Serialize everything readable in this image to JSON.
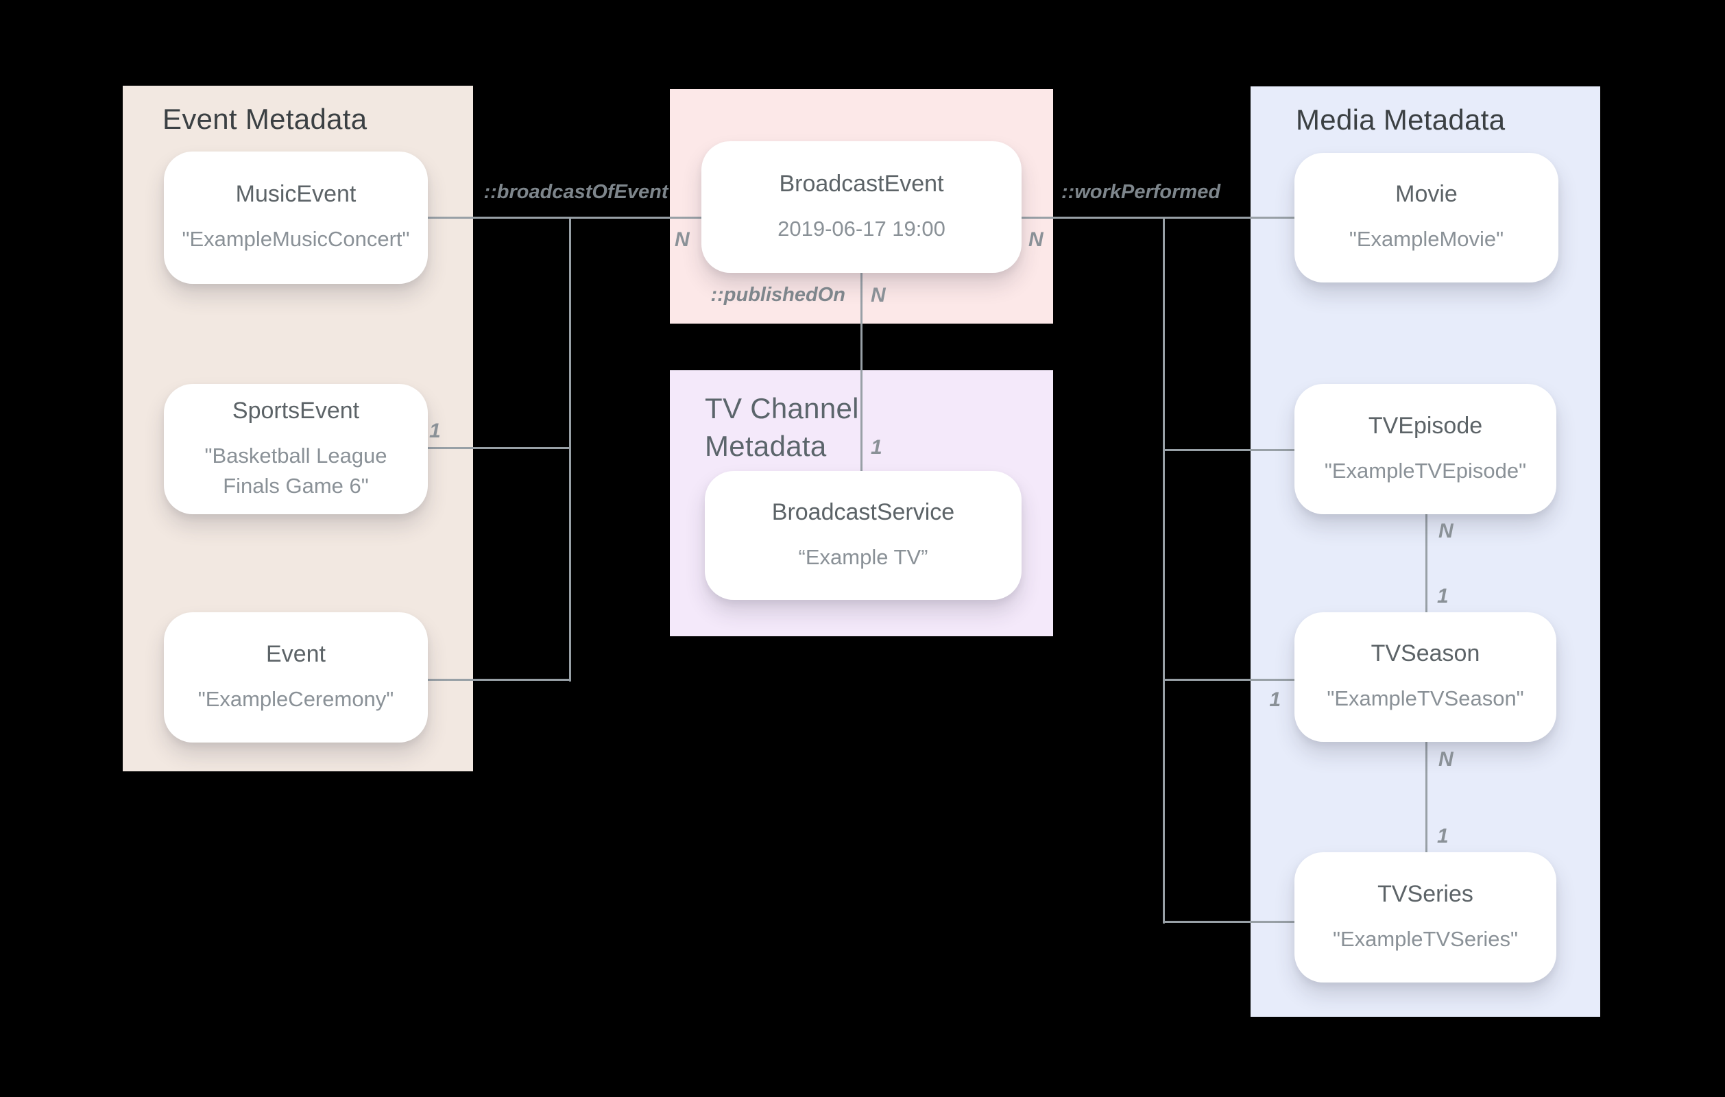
{
  "panels": {
    "event": {
      "title": "Event Metadata"
    },
    "tv_channel": {
      "title": "TV Channel Metadata"
    },
    "media": {
      "title": "Media Metadata"
    }
  },
  "nodes": {
    "music_event": {
      "label": "MusicEvent",
      "value": "\"ExampleMusicConcert\""
    },
    "sports_event": {
      "label": "SportsEvent",
      "value": "\"Basketball League Finals Game 6\""
    },
    "event": {
      "label": "Event",
      "value": "\"ExampleCeremony\""
    },
    "broadcast_event": {
      "label": "BroadcastEvent",
      "value": "2019-06-17 19:00"
    },
    "broadcast_service": {
      "label": "BroadcastService",
      "value": "“Example TV”"
    },
    "movie": {
      "label": "Movie",
      "value": "\"ExampleMovie\""
    },
    "tv_episode": {
      "label": "TVEpisode",
      "value": "\"ExampleTVEpisode\""
    },
    "tv_season": {
      "label": "TVSeason",
      "value": "\"ExampleTVSeason\""
    },
    "tv_series": {
      "label": "TVSeries",
      "value": "\"ExampleTVSeries\""
    }
  },
  "edges": {
    "broadcast_of_event": {
      "label": "::broadcastOfEvent"
    },
    "work_performed": {
      "label": "::workPerformed"
    },
    "published_on": {
      "label": "::publishedOn"
    }
  },
  "cardinalities": {
    "broadcast_left_n": "N",
    "broadcast_right_n": "N",
    "published_on_n": "N",
    "broadcast_service_1": "1",
    "sports_event_1": "1",
    "tv_episode_n": "N",
    "tv_season_upper_1": "1",
    "tv_season_left_1": "1",
    "tv_season_n": "N",
    "tv_series_1": "1"
  },
  "colors": {
    "background": "#000000",
    "event_panel": "#f2e8e1",
    "broadcast_panel": "#fce8e8",
    "tv_channel_panel": "#f4e9fa",
    "media_panel": "#e7ecfa",
    "card": "#ffffff",
    "line": "#98a0a6",
    "panel_title_text": "#3b4043",
    "node_title_text": "#5c6367",
    "node_value_text": "#8a9197"
  }
}
